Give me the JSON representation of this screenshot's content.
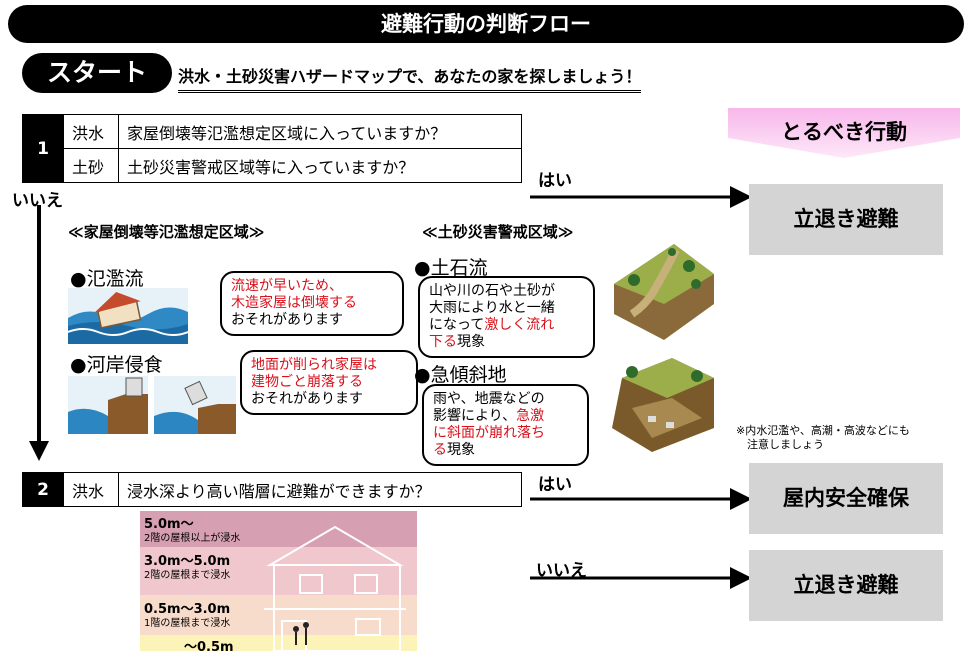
{
  "header": {
    "title": "避難行動の判断フロー"
  },
  "start": {
    "label": "スタート",
    "instruction": "洪水・土砂災害ハザードマップで、あなたの家を探しましょう！"
  },
  "action": {
    "heading": "とるべき行動"
  },
  "q1": {
    "number": "1",
    "flood_label": "洪水",
    "flood_question": "家屋倒壊等氾濫想定区域に入っていますか？",
    "sediment_label": "土砂",
    "sediment_question": "土砂災害警戒区域等に入っていますか？"
  },
  "q1_yes": {
    "label": "はい",
    "action": "立退き避難"
  },
  "q1_no": {
    "label": "いいえ"
  },
  "zone_flood": {
    "heading": "≪家屋倒壊等氾濫想定区域≫",
    "flood_flow": {
      "title": "●氾濫流",
      "text_red": "流速が早いため、\n木造家屋は倒壊する",
      "text_black": "おそれがあります"
    },
    "erosion": {
      "title": "●河岸侵食",
      "text_red": "地面が削られ家屋は\n建物ごと崩落する",
      "text_black": "おそれがあります"
    }
  },
  "zone_sediment": {
    "heading": "≪土砂災害警戒区域≫",
    "debris": {
      "title": "●土石流",
      "text_black_1": "山や川の石や土砂が\n大雨により水と一緒\nになって",
      "text_red": "激しく流れ\n下る",
      "text_black_2": "現象"
    },
    "slope": {
      "title": "●急傾斜地",
      "text_black_1": "雨や、地震などの\n影響により、",
      "text_red": "急激\nに斜面が崩れ落ち\nる",
      "text_black_2": "現象"
    },
    "note": "※内水氾濫や、高潮・高波などにも\n　注意しましょう"
  },
  "q2": {
    "number": "2",
    "flood_label": "洪水",
    "question": "浸水深より高い階層に避難ができますか？"
  },
  "q2_yes": {
    "label": "はい",
    "action": "屋内安全確保"
  },
  "q2_no": {
    "label": "いいえ",
    "action": "立退き避難"
  },
  "depth_chart": {
    "d1": {
      "value": "5.0m～",
      "sub": "2階の屋根以上が浸水"
    },
    "d2": {
      "value": "3.0m～5.0m",
      "sub": "2階の屋根まで浸水"
    },
    "d3": {
      "value": "0.5m～3.0m",
      "sub": "1階の屋根まで浸水"
    },
    "d4": {
      "value": "～0.5m"
    },
    "colors": {
      "top": "#d6a0b2",
      "mid": "#f0c7cc",
      "low": "#f8dccb",
      "bottom": "#fcf3b8"
    }
  },
  "colors": {
    "accent_red": "#d8111b",
    "action_gray": "#d4d4d4",
    "pink_header": "#f9c9ef"
  }
}
